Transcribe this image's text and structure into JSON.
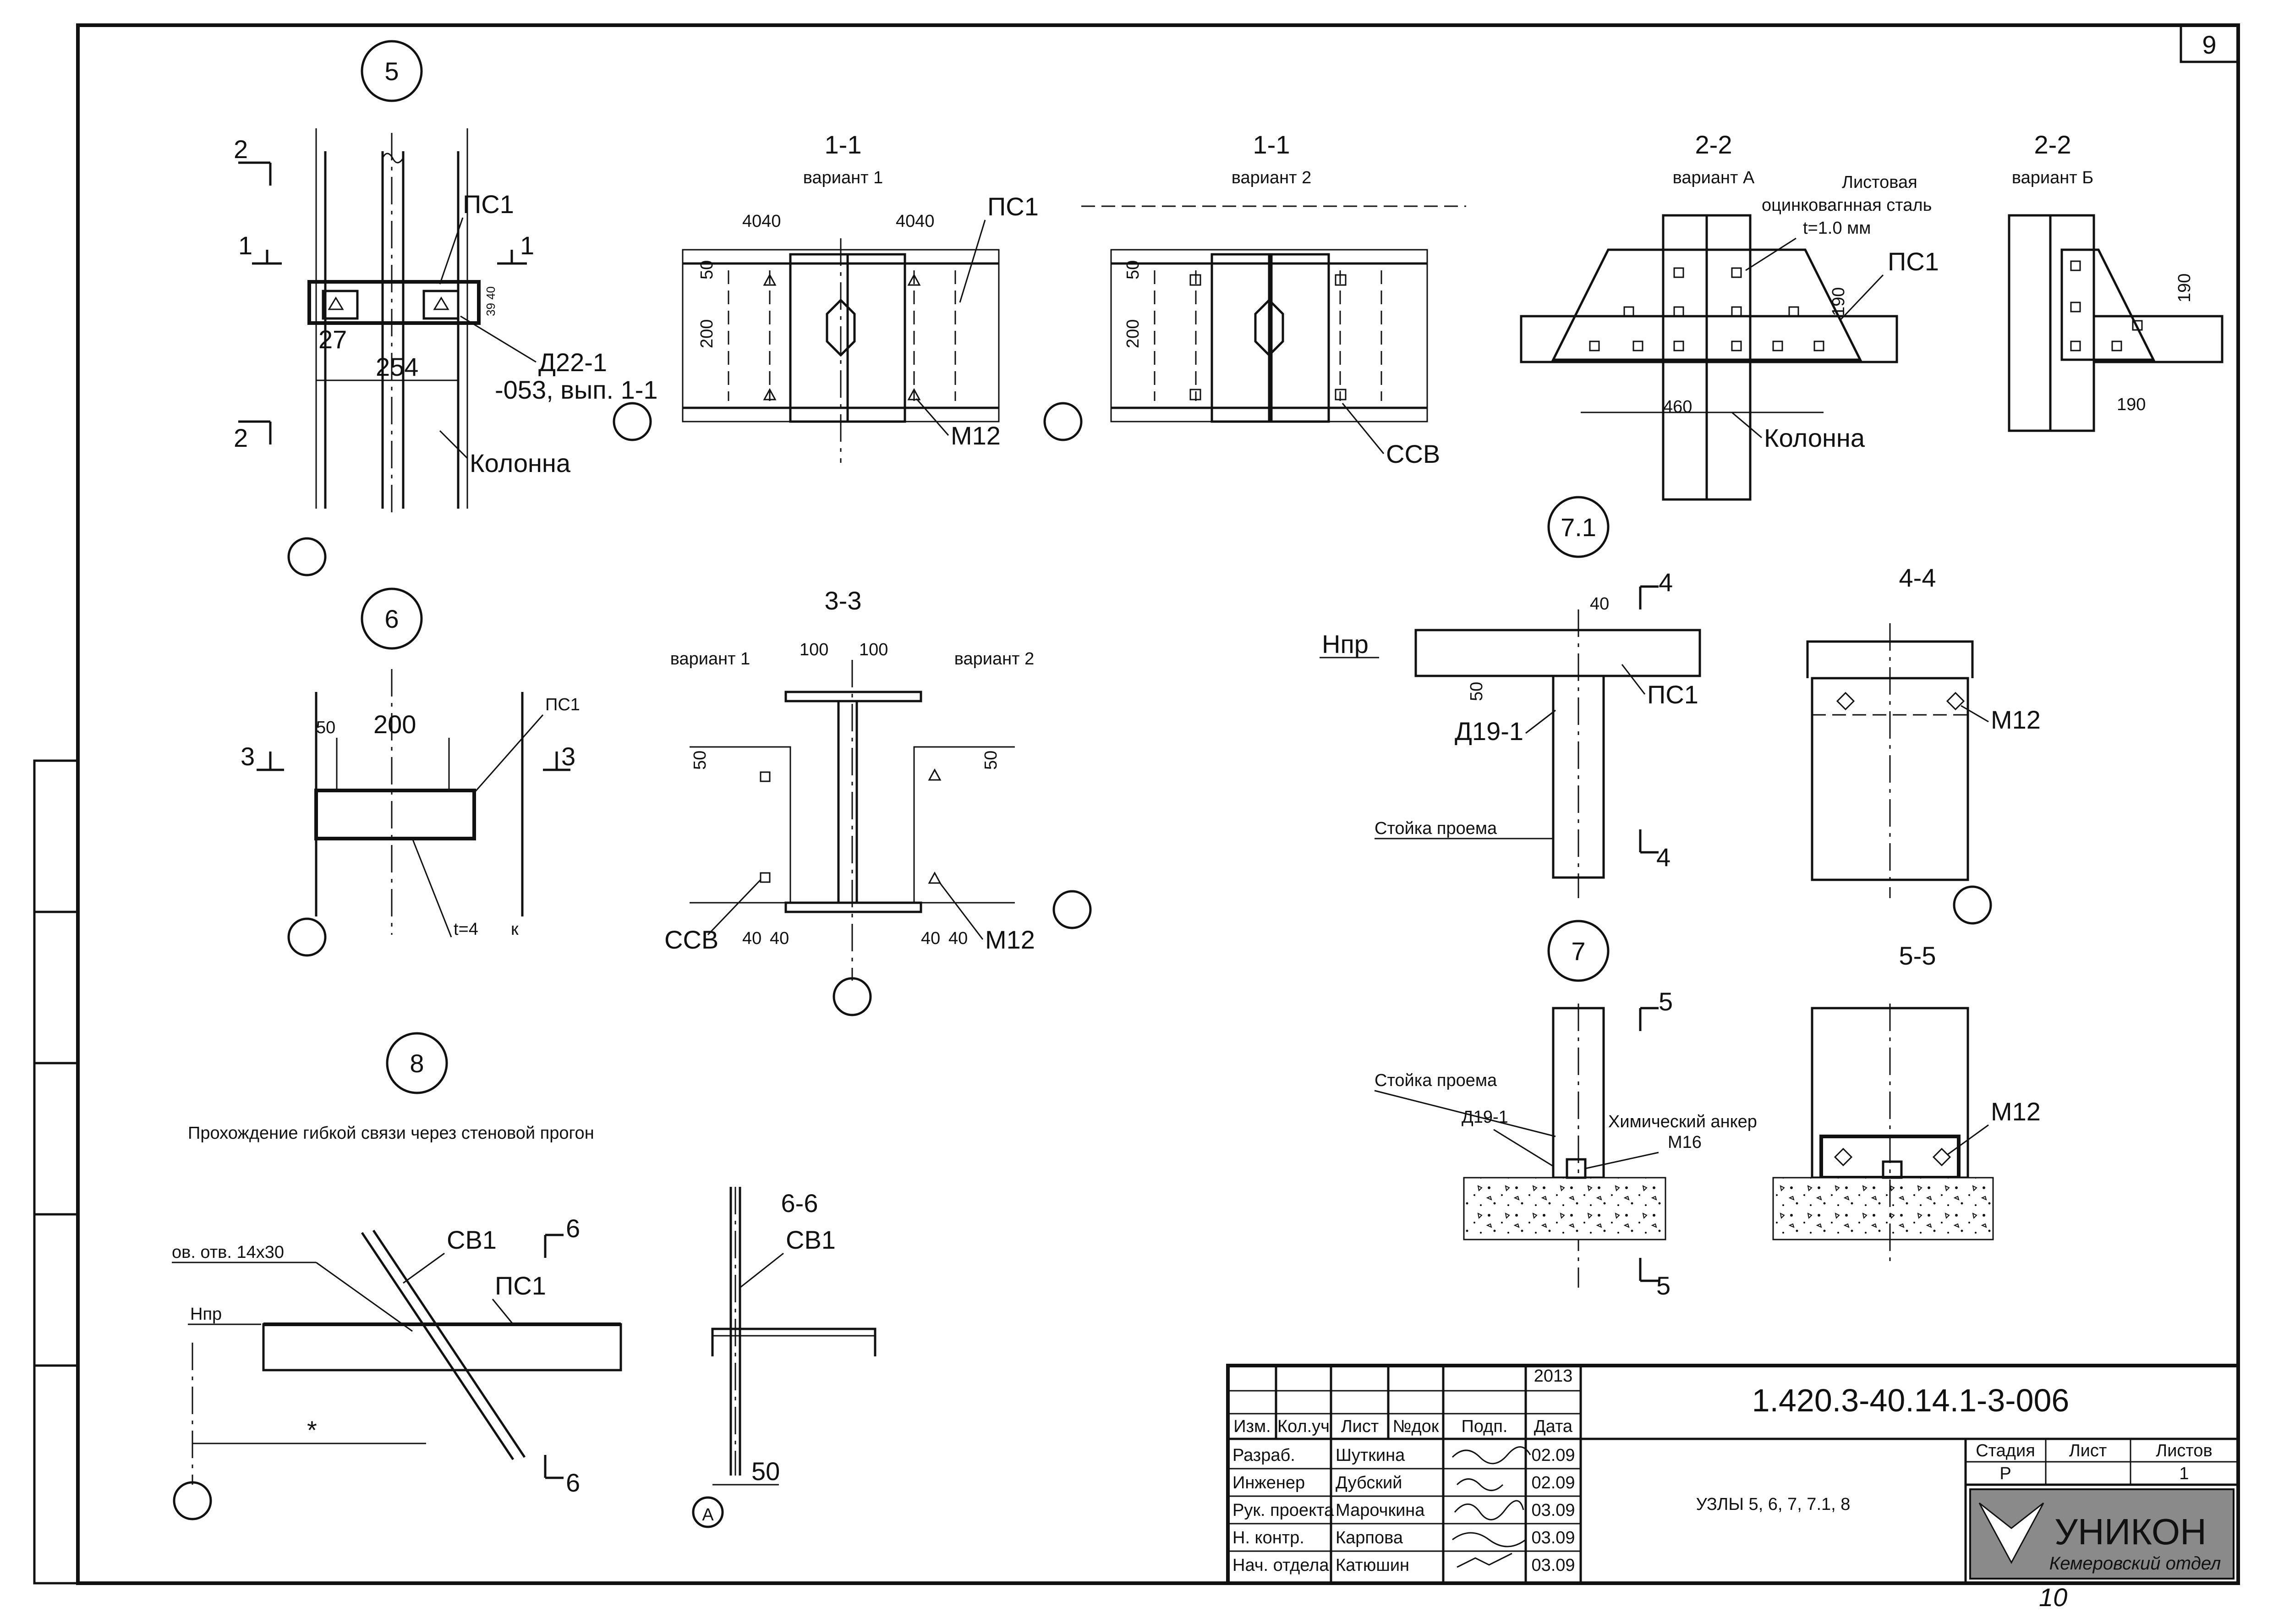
{
  "sheet_number": "9",
  "footer_page": "10",
  "nodes": {
    "n5": "5",
    "n6": "6",
    "n7": "7",
    "n71": "7.1",
    "n8": "8"
  },
  "section_titles": {
    "s11a": "1-1",
    "s11a_var": "вариант 1",
    "s11b": "1-1",
    "s11b_var": "вариант 2",
    "s22a": "2-2",
    "s22a_var": "вариант А",
    "s22b": "2-2",
    "s22b_var": "вариант Б",
    "s33": "3-3",
    "s33_var1": "вариант 1",
    "s33_var2": "вариант 2",
    "s44": "4-4",
    "s55": "5-5",
    "s66": "6-6"
  },
  "cut_marks": {
    "c2": "2",
    "c1": "1",
    "c3": "3",
    "c4": "4",
    "c5": "5",
    "c6": "6"
  },
  "labels": {
    "ps1": "ПС1",
    "d221": "Д22-1",
    "d221_sub": "-053, вып. 1-1",
    "kolonna": "Колонна",
    "m12": "М12",
    "ssv": "ССВ",
    "sheet_steel_1": "Листовая",
    "sheet_steel_2": "оцинковагнная сталь",
    "sheet_steel_3": "t=1.0 мм",
    "t4": "t=4",
    "k": "к",
    "npr": "Нпр",
    "d191": "Д19-1",
    "stoyka": "Стойка проема",
    "chem_anchor": "Химический анкер",
    "m16": "М16",
    "pass_title": "Прохождение гибкой связи  через стеновой прогон",
    "ov_otv": "ов. отв. 14х30",
    "sv1": "СВ1",
    "star": "*",
    "axis_a": "А"
  },
  "dims": {
    "d4040": "4040",
    "d50": "50",
    "d200": "200",
    "d27": "27",
    "d254": "254",
    "d3940": "39  40",
    "d190": "190",
    "d460": "460",
    "d100": "100",
    "d40": "40"
  },
  "title_block": {
    "year": "2013",
    "col_headers": [
      "Изм.",
      "Кол.уч",
      "Лист",
      "№док",
      "Подп.",
      "Дата"
    ],
    "rows": [
      {
        "role": "Разраб.",
        "name": "Шуткина",
        "date": "02.09"
      },
      {
        "role": "Инженер",
        "name": "Дубский",
        "date": "02.09"
      },
      {
        "role": "Рук. проекта",
        "name": "Марочкина",
        "date": "03.09"
      },
      {
        "role": "Н. контр.",
        "name": "Карпова",
        "date": "03.09"
      },
      {
        "role": "Нач. отдела",
        "name": "Катюшин",
        "date": "03.09"
      }
    ],
    "doc_code": "1.420.3-40.14.1-3-006",
    "drawing_name": "УЗЛЫ 5, 6, 7, 7.1, 8",
    "stage_header": "Стадия",
    "sheet_header": "Лист",
    "sheets_header": "Листов",
    "stage": "Р",
    "sheets_total": "1",
    "company": "УНИКОН",
    "department": "Кемеровский отдел"
  }
}
